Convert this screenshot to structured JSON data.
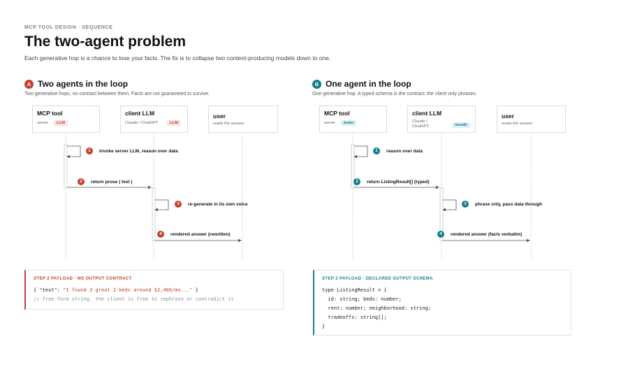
{
  "header": {
    "eyebrow": "MCP TOOL DESIGN · SEQUENCE",
    "title": "The two-agent problem",
    "subtitle": "Each generative hop is a chance to lose your facts. The fix is to collapse two content-producing models down to one."
  },
  "colors": {
    "red": "#c2412d",
    "teal": "#157d89",
    "line": "#c9ccd1",
    "arrow": "#555555"
  },
  "section_a": {
    "badge": "A",
    "title": "Two agents in the loop",
    "subtitle": "Two generative hops, no contract between them. Facts are not guaranteed to survive.",
    "actors": [
      {
        "name": "MCP tool",
        "sub": "server",
        "tag": "LLM"
      },
      {
        "name": "client LLM",
        "sub": "Claude / ChatGPT",
        "tag": "LLM"
      },
      {
        "name": "user",
        "sub": "reads the answer",
        "tag": ""
      }
    ],
    "steps": [
      {
        "num": "1",
        "label": "invoke server LLM, reason over data"
      },
      {
        "num": "2",
        "label": "return prose ( text )"
      },
      {
        "num": "3",
        "label": "re-generate in its own voice"
      },
      {
        "num": "4",
        "label": "rendered answer (rewritten)"
      }
    ],
    "payload": {
      "title": "STEP 2 PAYLOAD · NO OUTPUT CONTRACT",
      "line1_open": "{ \"text\": ",
      "line1_str": "\"I found 3 great 2-beds around $2,400/mo...\"",
      "line1_close": " }",
      "line2": "// free-form string. the client is free to rephrase or contradict it"
    }
  },
  "section_b": {
    "badge": "B",
    "title": "One agent in the loop",
    "subtitle": "One generative hop. A typed schema is the contract; the client only phrases.",
    "actors": [
      {
        "name": "MCP tool",
        "sub": "server",
        "tag": "brain"
      },
      {
        "name": "client LLM",
        "sub": "Claude / ChatGPT",
        "tag": "mouth"
      },
      {
        "name": "user",
        "sub": "reads the answer",
        "tag": ""
      }
    ],
    "steps": [
      {
        "num": "1",
        "label": "reason over data"
      },
      {
        "num": "2",
        "label": "return ListingResult[] (typed)"
      },
      {
        "num": "3",
        "label": "phrase only, pass data through"
      },
      {
        "num": "4",
        "label": "rendered answer (facts verbatim)"
      }
    ],
    "payload": {
      "title": "STEP 2 PAYLOAD · DECLARED OUTPUT SCHEMA",
      "lines": [
        "type ListingResult = {",
        "  id: string; beds: number;",
        "  rent: number; neighborhood: string;",
        "  tradeoffs: string[];",
        "}"
      ]
    }
  }
}
